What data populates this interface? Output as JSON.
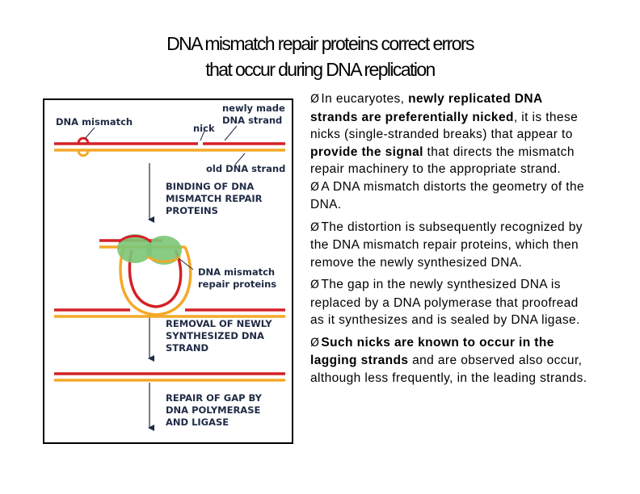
{
  "slide": {
    "title_line1": "DNA mismatch repair proteins correct errors",
    "title_line2": "that occur during DNA replication"
  },
  "figure": {
    "labels": {
      "dna_mismatch": "DNA mismatch",
      "newly_made": "newly made\nDNA strand",
      "nick": "nick",
      "old_strand": "old DNA strand",
      "binding": "BINDING OF DNA\nMISMATCH REPAIR\nPROTEINS",
      "proteins": "DNA mismatch\nrepair proteins",
      "removal": "REMOVAL OF NEWLY\nSYNTHESIZED DNA\nSTRAND",
      "repair": "REPAIR OF GAP BY\nDNA POLYMERASE\nAND LIGASE"
    },
    "colors": {
      "new_strand": "#d42127",
      "old_strand": "#f3a928",
      "protein": "#7cc576",
      "label_text": "#1f2a44",
      "frame": "#000000"
    }
  },
  "bullets": {
    "b1": {
      "prefix": "In eucaryotes, ",
      "bold1": "newly replicated DNA strands are preferentially nicked",
      "rest1": ", it is these nicks (single-stranded breaks) that appear to ",
      "bold2": "provide the signal",
      "rest2": " that directs the mismatch repair machinery to the appropriate strand."
    },
    "b2": "A DNA mismatch distorts the geometry of the DNA.",
    "b3": "The distortion is subsequently recognized by the DNA mismatch repair proteins, which then remove the newly synthesized DNA.",
    "b4": "The gap in the newly synthesized DNA is replaced by a DNA polymerase that proofread as it synthesizes and is sealed by DNA ligase.",
    "b5": {
      "bold": "Such nicks are known to occur in the lagging strands",
      "rest": " and are observed also occur, although less frequently, in the leading strands."
    },
    "marker": "Ø"
  }
}
